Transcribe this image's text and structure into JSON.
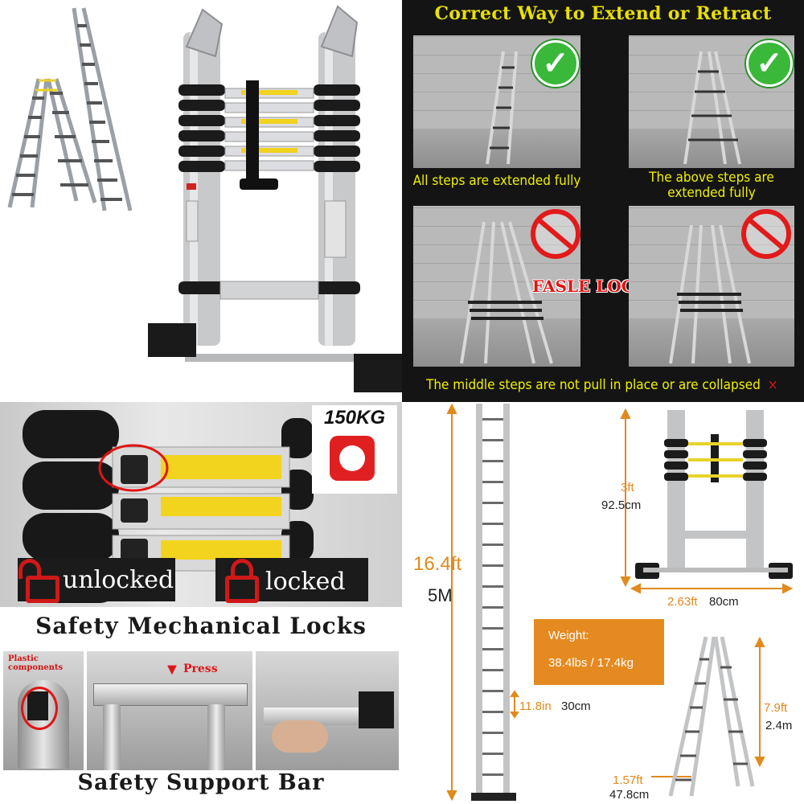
{
  "panel_top_right": {
    "title": "Correct Way to Extend or Retract",
    "caption_1": "All steps are extended fully",
    "caption_2_line1": "The above steps are",
    "caption_2_line2": "extended fully",
    "false_lock_label": "FASLE LOCK",
    "bottom_caption": "The middle steps are not pull in place or are collapsed",
    "bottom_mark": "×",
    "check_glyph": "✓"
  },
  "panel_bottom_left": {
    "capacity_badge": "150KG",
    "unlocked_label": "unlocked",
    "locked_label": "locked",
    "banner_locks": "Safety Mechanical Locks",
    "plastic_label_line1": "Plastic",
    "plastic_label_line2": "components",
    "press_label": "Press",
    "banner_support": "Safety Support Bar"
  },
  "panel_bottom_right": {
    "total_height_ft": "16.4ft",
    "total_height_m": "5M",
    "rung_spacing_in": "11.8in",
    "rung_spacing_cm": "30cm",
    "folded_height_ft": "3ft",
    "folded_height_cm": "92.5cm",
    "base_width_ft": "2.63ft",
    "base_width_cm": "80cm",
    "weight_label": "Weight:",
    "weight_value": "38.4lbs / 17.4kg",
    "a_frame_height_ft": "7.9ft",
    "a_frame_height_m": "2.4m",
    "a_frame_base_ft": "1.57ft",
    "a_frame_base_cm": "47.8cm"
  },
  "colors": {
    "accent_yellow": "#e8e000",
    "accent_orange": "#e58a20",
    "warning_red": "#e01414",
    "check_green": "#3ab83a"
  }
}
